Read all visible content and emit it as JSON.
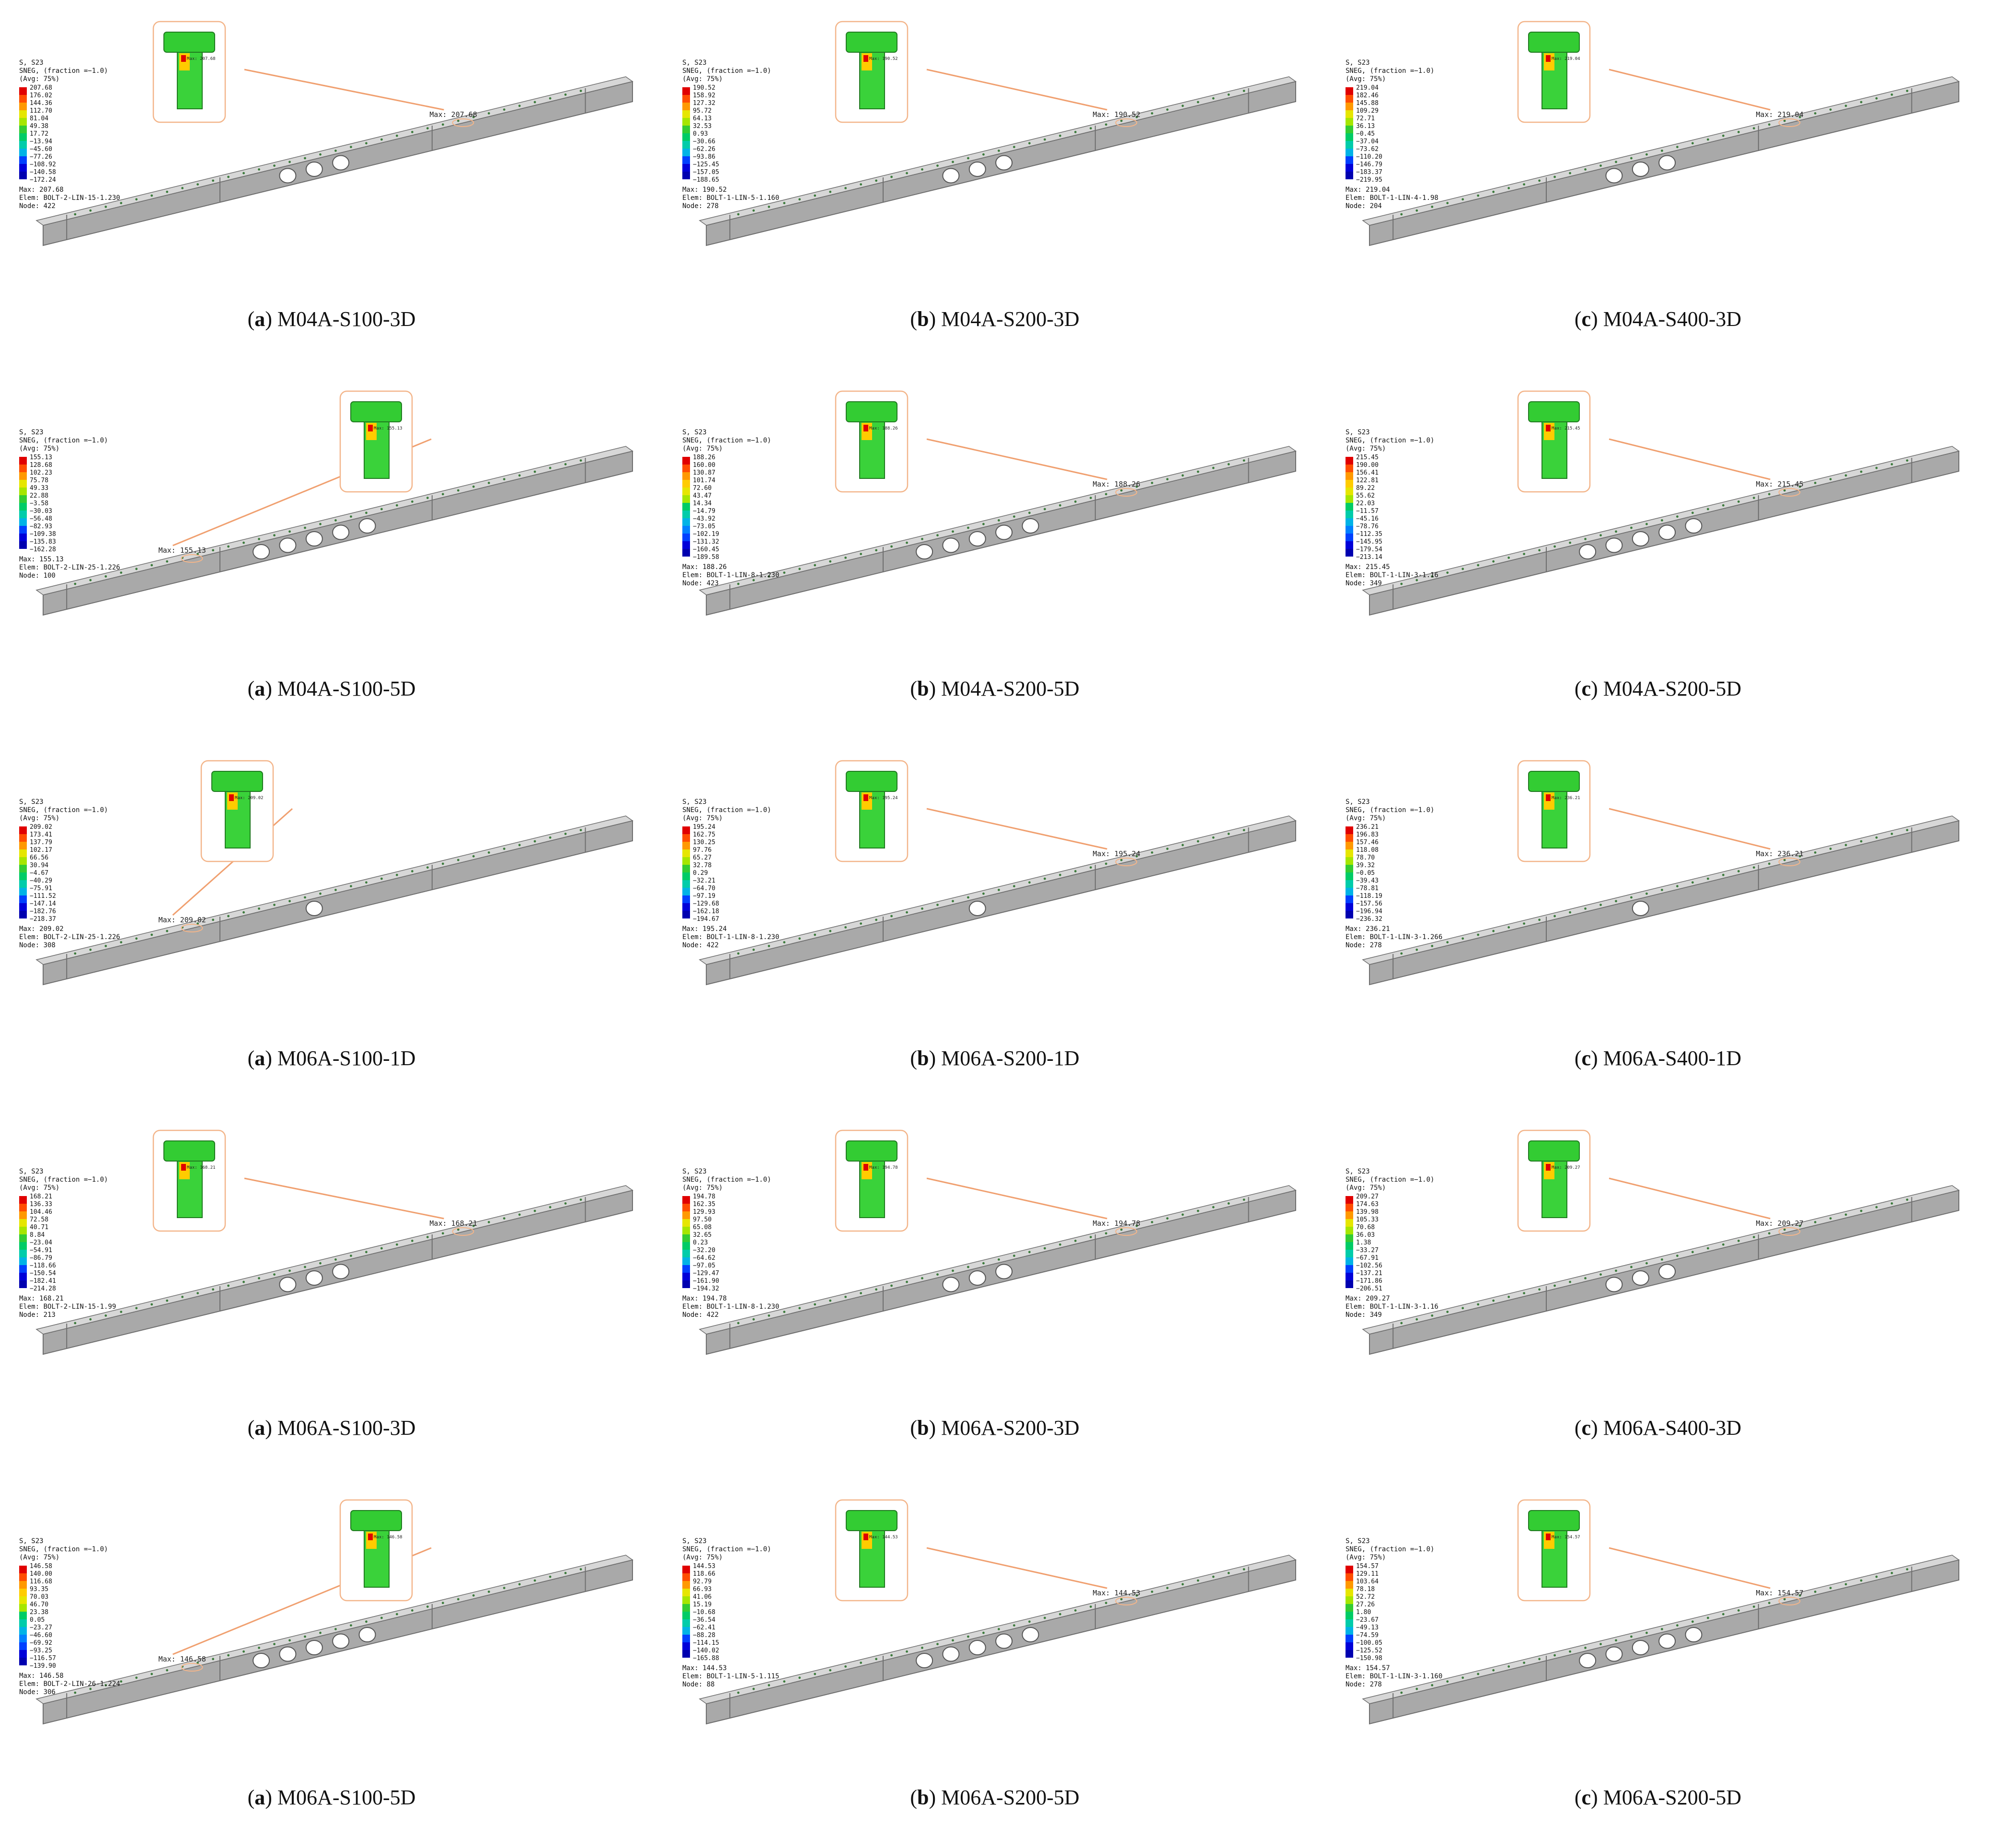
{
  "legend_header": [
    "S, S23",
    "SNEG, (fraction =−1.0)",
    "(Avg: 75%)"
  ],
  "panels": [
    {
      "letter": "a",
      "name": "M04A-S100-3D",
      "holes": 3,
      "max": "207.68",
      "elem": "BOLT-2-LIN-15-1.230",
      "node": "422",
      "legend": [
        "207.68",
        "176.02",
        "144.36",
        "112.70",
        "81.04",
        "49.38",
        "17.72",
        "−13.94",
        "−45.60",
        "−77.26",
        "−108.92",
        "−140.58",
        "−172.24"
      ],
      "bolt_label": "Max: 207.68"
    },
    {
      "letter": "b",
      "name": "M04A-S200-3D",
      "holes": 3,
      "max": "190.52",
      "elem": "BOLT-1-LIN-5-1.160",
      "node": "278",
      "legend": [
        "190.52",
        "158.92",
        "127.32",
        "95.72",
        "64.13",
        "32.53",
        "0.93",
        "−30.66",
        "−62.26",
        "−93.86",
        "−125.45",
        "−157.05",
        "−188.65"
      ],
      "bolt_label": "Max: 190.52"
    },
    {
      "letter": "c",
      "name": "M04A-S400-3D",
      "holes": 3,
      "max": "219.04",
      "elem": "BOLT-1-LIN-4-1.98",
      "node": "204",
      "legend": [
        "219.04",
        "182.46",
        "145.88",
        "109.29",
        "72.71",
        "36.13",
        "−0.45",
        "−37.04",
        "−73.62",
        "−110.20",
        "−146.79",
        "−183.37",
        "−219.95"
      ],
      "bolt_label": "Max: 219.04"
    },
    {
      "letter": "a",
      "name": "M04A-S100-5D",
      "holes": 5,
      "max": "155.13",
      "elem": "BOLT-2-LIN-25-1.226",
      "node": "100",
      "legend": [
        "155.13",
        "128.68",
        "102.23",
        "75.78",
        "49.33",
        "22.88",
        "−3.58",
        "−30.03",
        "−56.48",
        "−82.93",
        "−109.38",
        "−135.83",
        "−162.28"
      ],
      "bolt_label": "Max: 155.13"
    },
    {
      "letter": "b",
      "name": "M04A-S200-5D",
      "holes": 5,
      "max": "188.26",
      "elem": "BOLT-1-LIN-8-1.230",
      "node": "423",
      "legend": [
        "188.26",
        "160.00",
        "130.87",
        "101.74",
        "72.60",
        "43.47",
        "14.34",
        "−14.79",
        "−43.92",
        "−73.05",
        "−102.19",
        "−131.32",
        "−160.45",
        "−189.58"
      ],
      "bolt_label": "Max: 188.26"
    },
    {
      "letter": "c",
      "name": "M04A-S200-5D",
      "holes": 5,
      "max": "215.45",
      "elem": "BOLT-1-LIN-3-1.16",
      "node": "349",
      "legend": [
        "215.45",
        "190.00",
        "156.41",
        "122.81",
        "89.22",
        "55.62",
        "22.03",
        "−11.57",
        "−45.16",
        "−78.76",
        "−112.35",
        "−145.95",
        "−179.54",
        "−213.14"
      ],
      "bolt_label": "Max: 215.45"
    },
    {
      "letter": "a",
      "name": "M06A-S100-1D",
      "holes": 1,
      "max": "209.02",
      "elem": "BOLT-2-LIN-25-1.226",
      "node": "308",
      "legend": [
        "209.02",
        "173.41",
        "137.79",
        "102.17",
        "66.56",
        "30.94",
        "−4.67",
        "−40.29",
        "−75.91",
        "−111.52",
        "−147.14",
        "−182.76",
        "−218.37"
      ],
      "bolt_label": "Max: 209.02"
    },
    {
      "letter": "b",
      "name": "M06A-S200-1D",
      "holes": 1,
      "max": "195.24",
      "elem": "BOLT-1-LIN-8-1.230",
      "node": "422",
      "legend": [
        "195.24",
        "162.75",
        "130.25",
        "97.76",
        "65.27",
        "32.78",
        "0.29",
        "−32.21",
        "−64.70",
        "−97.19",
        "−129.68",
        "−162.18",
        "−194.67"
      ],
      "bolt_label": "Max: 195.24"
    },
    {
      "letter": "c",
      "name": "M06A-S400-1D",
      "holes": 1,
      "max": "236.21",
      "elem": "BOLT-1-LIN-3-1.266",
      "node": "278",
      "legend": [
        "236.21",
        "196.83",
        "157.46",
        "118.08",
        "78.70",
        "39.32",
        "−0.05",
        "−39.43",
        "−78.81",
        "−118.19",
        "−157.56",
        "−196.94",
        "−236.32"
      ],
      "bolt_label": "Max: 236.21"
    },
    {
      "letter": "a",
      "name": "M06A-S100-3D",
      "holes": 3,
      "max": "168.21",
      "elem": "BOLT-2-LIN-15-1.99",
      "node": "213",
      "legend": [
        "168.21",
        "136.33",
        "104.46",
        "72.58",
        "40.71",
        "8.84",
        "−23.04",
        "−54.91",
        "−86.79",
        "−118.66",
        "−150.54",
        "−182.41",
        "−214.28"
      ],
      "bolt_label": "Max: 168.21"
    },
    {
      "letter": "b",
      "name": "M06A-S200-3D",
      "holes": 3,
      "max": "194.78",
      "elem": "BOLT-1-LIN-8-1.230",
      "node": "422",
      "legend": [
        "194.78",
        "162.35",
        "129.93",
        "97.50",
        "65.08",
        "32.65",
        "0.23",
        "−32.20",
        "−64.62",
        "−97.05",
        "−129.47",
        "−161.90",
        "−194.32"
      ],
      "bolt_label": "Max: 194.78"
    },
    {
      "letter": "c",
      "name": "M06A-S400-3D",
      "holes": 3,
      "max": "209.27",
      "elem": "BOLT-1-LIN-3-1.16",
      "node": "349",
      "legend": [
        "209.27",
        "174.63",
        "139.98",
        "105.33",
        "70.68",
        "36.03",
        "1.38",
        "−33.27",
        "−67.91",
        "−102.56",
        "−137.21",
        "−171.86",
        "−206.51"
      ],
      "bolt_label": "Max: 209.27"
    },
    {
      "letter": "a",
      "name": "M06A-S100-5D",
      "holes": 5,
      "max": "146.58",
      "elem": "BOLT-2-LIN-26-1.224",
      "node": "306",
      "legend": [
        "146.58",
        "140.00",
        "116.68",
        "93.35",
        "70.03",
        "46.70",
        "23.38",
        "0.05",
        "−23.27",
        "−46.60",
        "−69.92",
        "−93.25",
        "−116.57",
        "−139.90"
      ],
      "bolt_label": "Max: 146.58"
    },
    {
      "letter": "b",
      "name": "M06A-S200-5D",
      "holes": 5,
      "max": "144.53",
      "elem": "BOLT-1-LIN-5-1.115",
      "node": "88",
      "legend": [
        "144.53",
        "118.66",
        "92.79",
        "66.93",
        "41.06",
        "15.19",
        "−10.68",
        "−36.54",
        "−62.41",
        "−88.28",
        "−114.15",
        "−140.02",
        "−165.88"
      ],
      "bolt_label": "Max: 144.53"
    },
    {
      "letter": "c",
      "name": "M06A-S200-5D",
      "holes": 5,
      "max": "154.57",
      "elem": "BOLT-1-LIN-3-1.160",
      "node": "278",
      "legend": [
        "154.57",
        "129.11",
        "103.64",
        "78.18",
        "52.72",
        "27.26",
        "1.80",
        "−23.67",
        "−49.13",
        "−74.59",
        "−100.05",
        "−125.52",
        "−150.98"
      ],
      "bolt_label": "Max: 154.57"
    }
  ],
  "colors": {
    "beam_top": "#d7d7d7",
    "beam_side": "#a9a9a9",
    "beam_edge": "#6e6e6e",
    "arrow": "#f0a070",
    "inset_border": "#f3b58a",
    "scale": [
      "#e00000",
      "#ff4d00",
      "#ff9900",
      "#ffcc00",
      "#e6e600",
      "#a6e600",
      "#33cc33",
      "#00cc66",
      "#00ccaa",
      "#00b3e6",
      "#0080ff",
      "#0040ff",
      "#0000d9",
      "#0000b0"
    ]
  }
}
